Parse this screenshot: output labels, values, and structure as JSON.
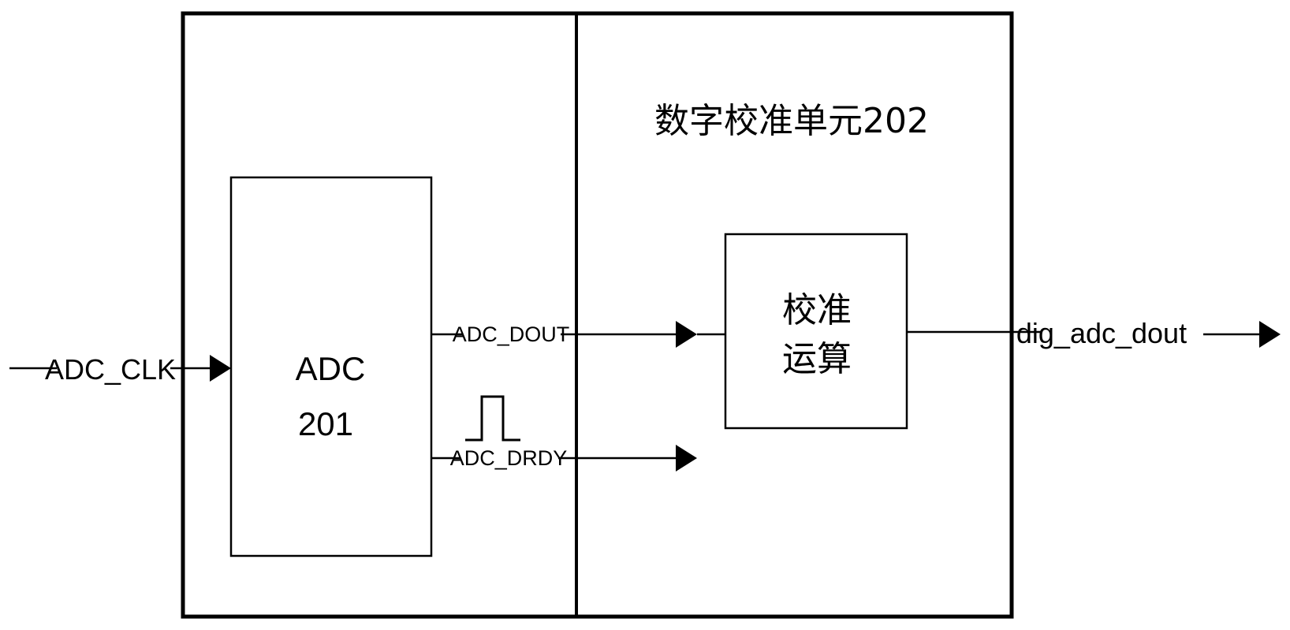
{
  "diagram": {
    "outer_block": {
      "left_section": {
        "adc_block": {
          "name": "ADC",
          "number": "201"
        }
      },
      "right_section": {
        "title": "数字校准单元202",
        "calc_block": {
          "line1": "校准",
          "line2": "运算"
        }
      }
    },
    "signals": {
      "input_clk": "ADC_CLK",
      "adc_dout": "ADC_DOUT",
      "adc_drdy": "ADC_DRDY",
      "output": "dig_adc_dout"
    },
    "colors": {
      "stroke": "#000000",
      "background": "#ffffff"
    }
  }
}
